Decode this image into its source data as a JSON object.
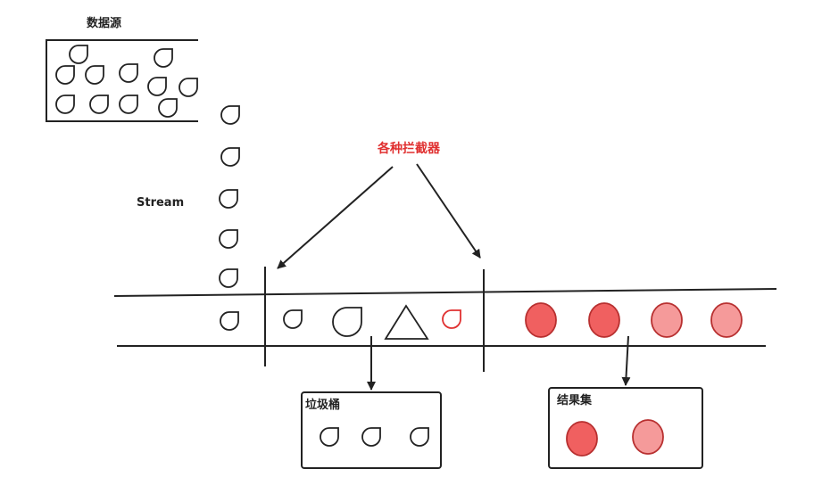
{
  "labels": {
    "data_source": "数据源",
    "stream": "Stream",
    "interceptors": "各种拦截器",
    "trash_bin": "垃圾桶",
    "result_set": "结果集"
  },
  "colors": {
    "stroke": "#222222",
    "annotation_red": "#e03030",
    "dark_red_fill": "#f06060",
    "dark_red_stroke": "#b83030",
    "light_red_fill": "#f59a9a",
    "light_red_stroke": "#b83030"
  },
  "shapes": {
    "data_item": "drop-shape",
    "result_item": "circle",
    "filtered_triangle": "triangle"
  }
}
